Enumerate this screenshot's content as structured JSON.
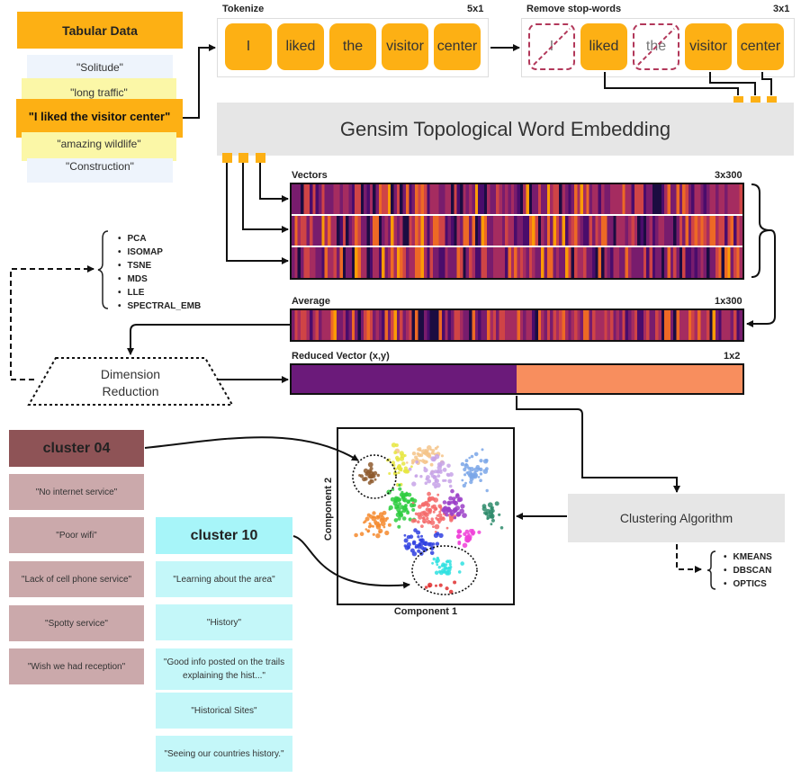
{
  "colors": {
    "token": "#FDB014",
    "stopword_border": "#B2385A",
    "cluster04": "#8E5356",
    "cluster04_card": "#CBA9AB",
    "cluster10": "#A7F5F9",
    "cluster10_card": "#C4F7F9",
    "reduced_left": "#6B1A7A",
    "reduced_right": "#F88E5E"
  },
  "tabular": {
    "title": "Tabular Data",
    "rows": [
      "\"Solitude\"",
      "\"long traffic\"",
      "\"I liked the visitor center\"",
      "\"amazing wildlife\"",
      "\"Construction\""
    ]
  },
  "tokenize": {
    "label": "Tokenize",
    "shape": "5x1",
    "tokens": [
      "I",
      "liked",
      "the",
      "visitor",
      "center"
    ]
  },
  "stopwords": {
    "label": "Remove stop-words",
    "shape": "3x1",
    "tokens": [
      "I",
      "liked",
      "the",
      "visitor",
      "center"
    ],
    "removed": [
      true,
      false,
      true,
      false,
      false
    ]
  },
  "embedding": {
    "title": "Gensim Topological Word Embedding"
  },
  "vectors": {
    "label": "Vectors",
    "shape": "3x300"
  },
  "average": {
    "label": "Average",
    "shape": "1x300"
  },
  "reduced": {
    "label": "Reduced Vector (x,y)",
    "shape": "1x2"
  },
  "dim_methods": [
    "PCA",
    "ISOMAP",
    "TSNE",
    "MDS",
    "LLE",
    "SPECTRAL_EMB"
  ],
  "dim_reduction": {
    "line1": "Dimension",
    "line2": "Reduction"
  },
  "clustering": {
    "title": "Clustering Algorithm",
    "methods": [
      "KMEANS",
      "DBSCAN",
      "OPTICS"
    ]
  },
  "scatter": {
    "xlabel": "Component 1",
    "ylabel": "Component 2"
  },
  "cluster04": {
    "title": "cluster 04",
    "items": [
      "\"No internet service\"",
      "\"Poor wifi\"",
      "\"Lack of cell phone service\"",
      "\"Spotty service\"",
      "\"Wish we had reception\""
    ]
  },
  "cluster10": {
    "title": "cluster 10",
    "items": [
      "\"Learning about the area\"",
      "\"History\"",
      "\"Good info posted on the trails explaining the hist...\"",
      "\"Historical Sites\"",
      "\"Seeing our countries history.\""
    ]
  }
}
